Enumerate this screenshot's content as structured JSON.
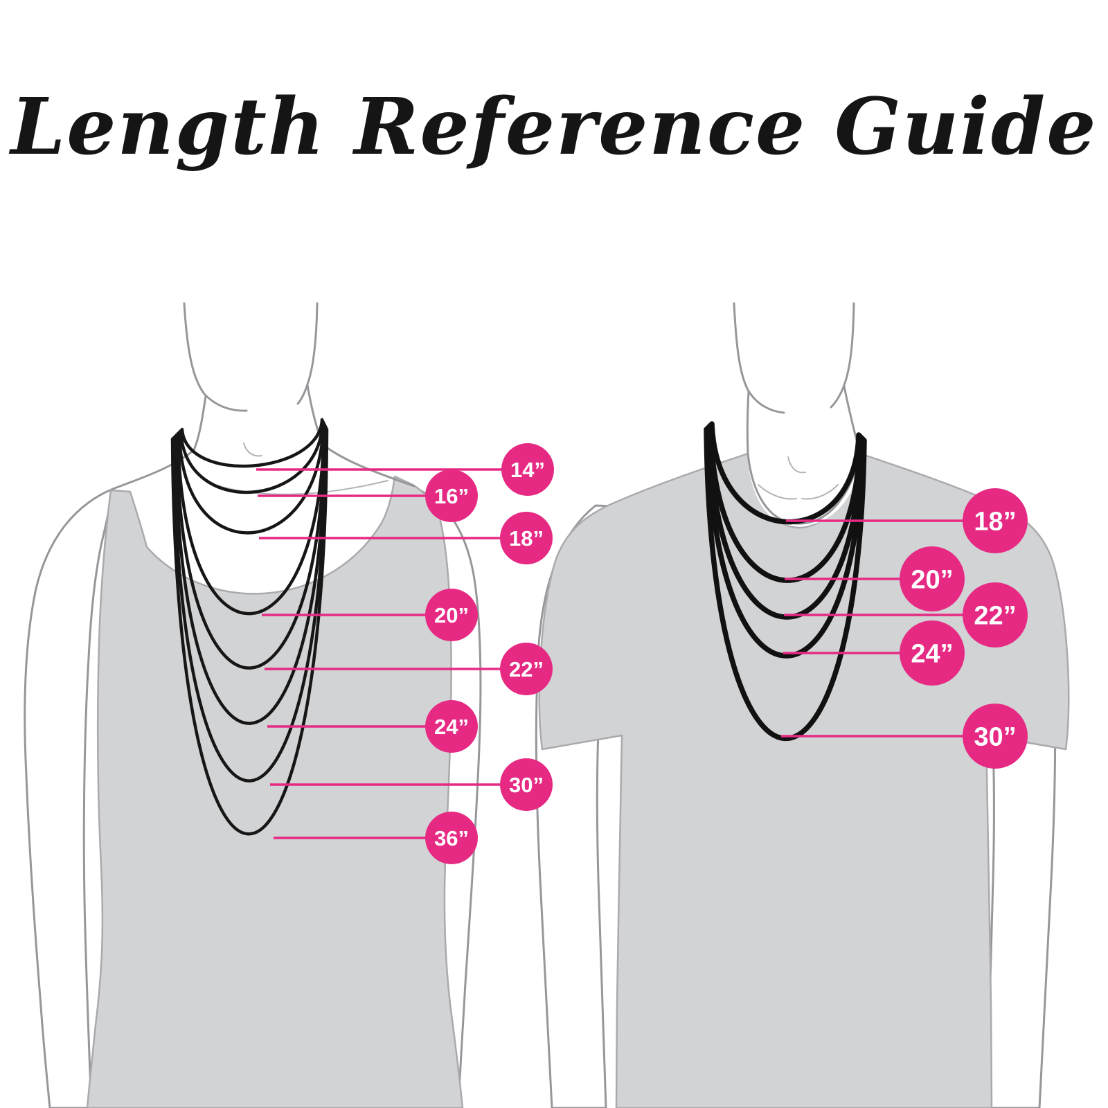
{
  "title": "Length Reference Guide",
  "colors": {
    "accent_pink": "#e62a84",
    "garment_gray": "#d2d3d5",
    "outline_gray": "#97979b",
    "necklace_black": "#161616",
    "background": "#ffffff"
  },
  "figures": {
    "left": {
      "description": "woman silhouette in tank top with layered necklaces",
      "lengths": [
        "14”",
        "16”",
        "18”",
        "20”",
        "22”",
        "24”",
        "30”",
        "36”"
      ]
    },
    "right": {
      "description": "man silhouette in t-shirt with layered necklaces",
      "lengths": [
        "18”",
        "20”",
        "22”",
        "24”",
        "30”"
      ]
    }
  },
  "badges": {
    "left": [
      {
        "label": "14”"
      },
      {
        "label": "16”"
      },
      {
        "label": "18”"
      },
      {
        "label": "20”"
      },
      {
        "label": "22”"
      },
      {
        "label": "24”"
      },
      {
        "label": "30”"
      },
      {
        "label": "36”"
      }
    ],
    "right": [
      {
        "label": "18”"
      },
      {
        "label": "20”"
      },
      {
        "label": "22”"
      },
      {
        "label": "24”"
      },
      {
        "label": "30”"
      }
    ]
  }
}
